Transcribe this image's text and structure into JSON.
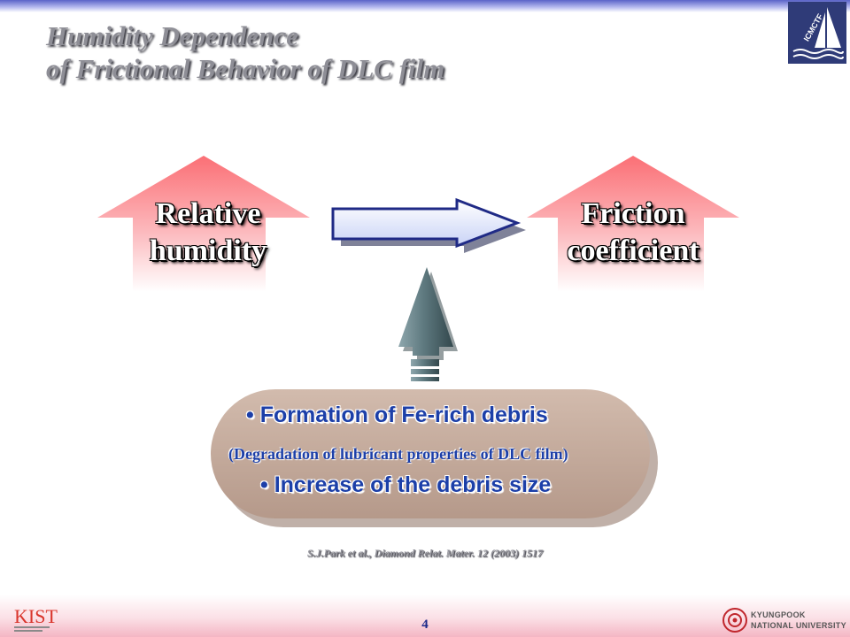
{
  "title": {
    "line1": "Humidity Dependence",
    "line2": "of Frictional Behavior of DLC film"
  },
  "logos": {
    "icmctf": "ICMCTF",
    "kist": "KIST",
    "knu_line1": "KYUNGPOOK",
    "knu_line2": "NATIONAL UNIVERSITY"
  },
  "diagram": {
    "left_arrow": {
      "line1": "Relative",
      "line2": "humidity"
    },
    "right_arrow": {
      "line1": "Friction",
      "line2": "coefficient"
    },
    "cause_box": {
      "bullet1": "Formation of Fe-rich debris",
      "sub1": "(Degradation of lubricant properties of DLC film)",
      "bullet2": "Increase of the debris size"
    }
  },
  "colors": {
    "title": "#8e8e96",
    "bullet_text": "#1c3fa8",
    "up_arrow_fill": "#fb6f75",
    "cause_box": "#c2a695",
    "vertical_arrow": "#5f7a80"
  },
  "citation": "S.J.Park et al., Diamond Relat. Mater. 12 (2003) 1517",
  "page_number": "4"
}
